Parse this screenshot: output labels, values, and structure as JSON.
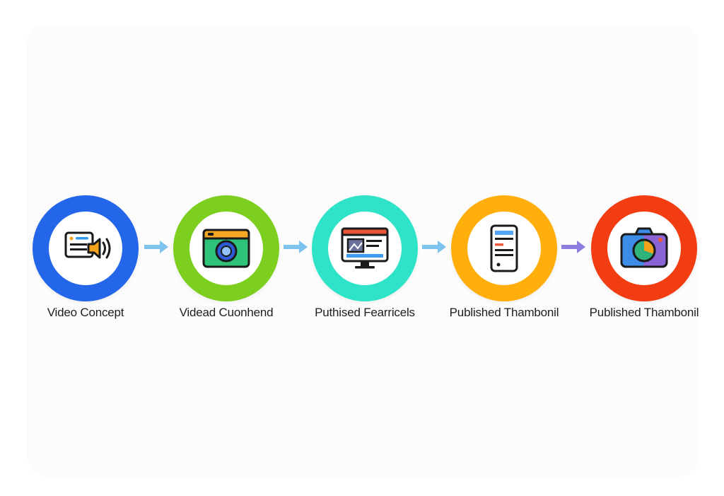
{
  "steps": [
    {
      "label": "Video Concept",
      "ring_color": "#2466ea",
      "icon": "document-speaker-icon"
    },
    {
      "label": "Videad Cuonhend",
      "ring_color": "#7ccf1e",
      "icon": "photo-camera-icon"
    },
    {
      "label": "Puthised Fearricels",
      "ring_color": "#2fe3c8",
      "icon": "monitor-image-icon"
    },
    {
      "label": "Published Thambonil",
      "ring_color": "#ffae0c",
      "icon": "mobile-document-icon"
    },
    {
      "label": "Published Thambonil",
      "ring_color": "#f23c12",
      "icon": "camera-icon"
    }
  ],
  "arrows": [
    {
      "color": "#7ec3ee"
    },
    {
      "color": "#7ec3ee"
    },
    {
      "color": "#7ec3ee"
    },
    {
      "color": "#8f7ee0"
    }
  ]
}
